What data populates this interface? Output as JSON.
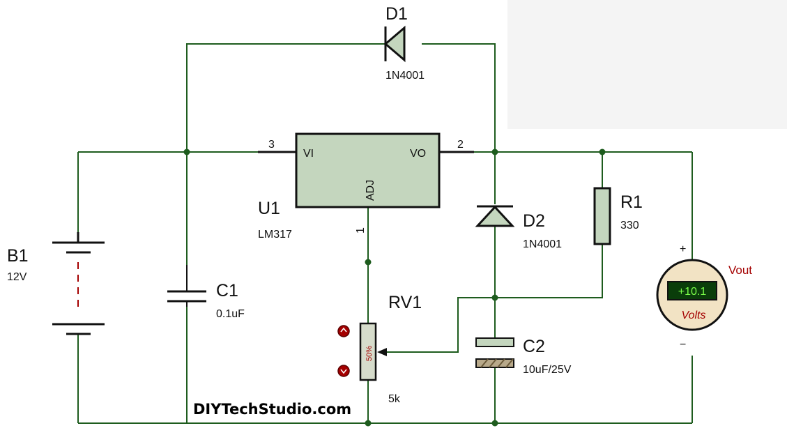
{
  "components": {
    "d1": {
      "ref": "D1",
      "value": "1N4001"
    },
    "u1": {
      "ref": "U1",
      "value": "LM317",
      "pin_vi": "VI",
      "pin_vo": "VO",
      "pin_adj": "ADJ",
      "pin_num_vi": "3",
      "pin_num_vo": "2",
      "pin_num_adj": "1"
    },
    "d2": {
      "ref": "D2",
      "value": "1N4001"
    },
    "r1": {
      "ref": "R1",
      "value": "330"
    },
    "b1": {
      "ref": "B1",
      "value": "12V"
    },
    "c1": {
      "ref": "C1",
      "value": "0.1uF"
    },
    "rv1": {
      "ref": "RV1",
      "value": "5k",
      "position": "50%"
    },
    "c2": {
      "ref": "C2",
      "value": "10uF/25V"
    },
    "voltmeter": {
      "label": "Vout",
      "reading": "+10.1",
      "unit": "Volts",
      "plus": "+",
      "minus": "−"
    }
  },
  "watermark": "DIYTechStudio.com",
  "colors": {
    "wire": "#1e5c1e",
    "ic_fill": "#c4d6be",
    "meter_fill": "#f2e3c4",
    "display": "#0a3d0a",
    "display_text": "#7cff4a",
    "pot_fill": "#d6dccb",
    "accent_red": "#a40000"
  }
}
